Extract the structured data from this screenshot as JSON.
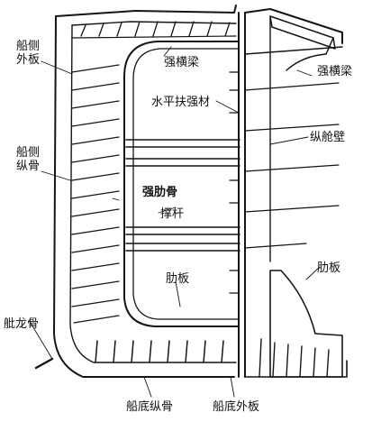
{
  "labels": {
    "side_shell_plating": "船侧外板",
    "side_longitudinal": "船侧纵骨",
    "bilge_keel": "舭龙骨",
    "bottom_longitudinal": "船底纵骨",
    "bottom_shell_plating": "船底外板",
    "web_beam_inner": "强横梁",
    "web_beam_outer": "强横梁",
    "horizontal_stiffener": "水平扶强材",
    "longitudinal_bulkhead": "纵舱壁",
    "web_frame": "强肋骨",
    "strut": "撑杆",
    "floor_inner": "肋板",
    "floor_outer": "肋板"
  },
  "colors": {
    "line": "#151515",
    "paper": "#ffffff"
  }
}
